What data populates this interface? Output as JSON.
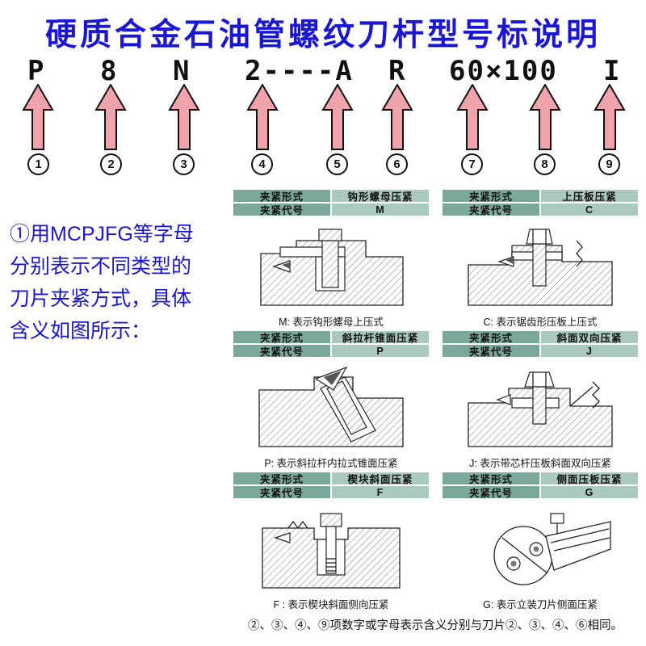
{
  "title": "硬质合金石油管螺纹刀杆型号标说明",
  "code": {
    "segments": [
      "P",
      "8",
      "N",
      "2----A",
      "R",
      "60×100",
      "I"
    ],
    "indices": [
      "1",
      "2",
      "3",
      "4",
      "5",
      "6",
      "7",
      "8",
      "9"
    ]
  },
  "intro": "①用MCPJFG等字母\n分别表示不同类型的\n刀片夹紧方式，具体\n含义如图所示：",
  "labels": {
    "form": "夹紧形式",
    "code": "夹紧代号"
  },
  "panels": [
    {
      "form_value": "钩形螺母压紧",
      "code_value": "M",
      "caption": "M: 表示钩形螺母上压式",
      "icon": "hook-nut-clamp-drawing"
    },
    {
      "form_value": "上压板压紧",
      "code_value": "C",
      "caption": "C: 表示锯齿形压板上压式",
      "icon": "top-plate-clamp-drawing"
    },
    {
      "form_value": "斜拉杆锥面压紧",
      "code_value": "P",
      "caption": "P: 表示斜拉杆内拉式锥面压紧",
      "icon": "slant-rod-cone-clamp-drawing"
    },
    {
      "form_value": "斜面双向压紧",
      "code_value": "J",
      "caption": "J: 表示带芯杆压板斜面双向压紧",
      "icon": "core-rod-double-clamp-drawing"
    },
    {
      "form_value": "楔块斜面压紧",
      "code_value": "F",
      "caption": "F : 表示楔块斜面侧向压紧",
      "icon": "wedge-clamp-drawing"
    },
    {
      "form_value": "侧面压板压紧",
      "code_value": "G",
      "caption": "G: 表示立装刀片侧面压紧",
      "icon": "side-plate-clamp-drawing"
    }
  ],
  "footnote": "②、③、④、⑨项数字或字母表示含义分别与刀片②、③、④、⑥相同。",
  "colors": {
    "title_blue": "#1a16d6",
    "arrow_pink": "#f0a3ab",
    "cell_label_teal": "#7aa99b",
    "cell_value_teal": "#abcabf"
  }
}
